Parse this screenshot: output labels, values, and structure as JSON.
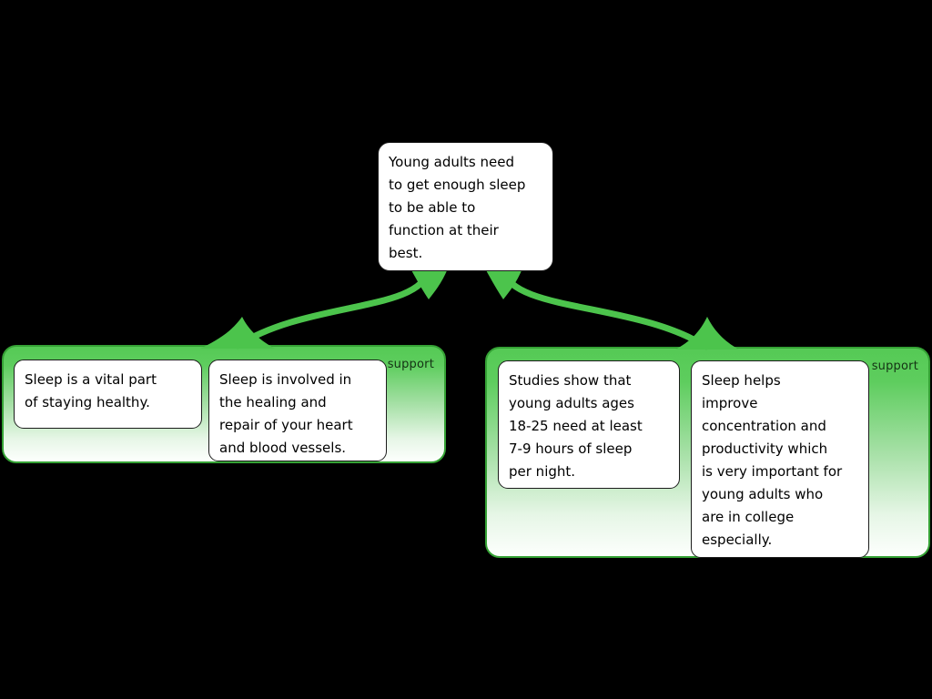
{
  "claim": {
    "text": "Young adults need\nto get enough sleep\nto be able to\nfunction at their\nbest."
  },
  "groups": [
    {
      "relation_label": "support",
      "boxes": [
        {
          "text": "Sleep is a vital part\nof staying healthy."
        },
        {
          "text": "Sleep is involved in\nthe healing and\nrepair of your heart\nand blood vessels."
        }
      ]
    },
    {
      "relation_label": "support",
      "boxes": [
        {
          "text": "Studies show that\nyoung adults ages\n18-25 need at least\n7-9 hours of sleep\nper night."
        },
        {
          "text": "Sleep helps\nimprove\nconcentration and\nproductivity which\nis very important for\nyoung adults who\nare in college\nespecially."
        }
      ]
    }
  ],
  "colors": {
    "background": "#000000",
    "connector_green": "#4cc44c",
    "group_top_green": "#55ca55",
    "group_border_green": "#35a235",
    "node_background": "#ffffff",
    "node_border": "#1c1c1c",
    "text": "#000000",
    "support_label_text": "#143214"
  }
}
